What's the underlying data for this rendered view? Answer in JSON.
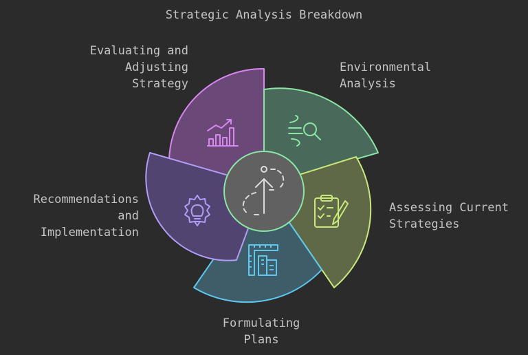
{
  "title": "Strategic Analysis Breakdown",
  "segments": [
    {
      "id": "environmental",
      "label_lines": [
        "Environmental",
        "Analysis"
      ],
      "icon": "wind-search-icon",
      "color": "#8ae6a4"
    },
    {
      "id": "assessing",
      "label_lines": [
        "Assessing Current",
        "Strategies"
      ],
      "icon": "clipboard-check-icon",
      "color": "#c9e97a"
    },
    {
      "id": "formulating",
      "label_lines": [
        "Formulating",
        "Plans"
      ],
      "icon": "blueprint-ruler-icon",
      "color": "#5cc8ef"
    },
    {
      "id": "recommendations",
      "label_lines": [
        "Recommendations",
        "and",
        "Implementation"
      ],
      "icon": "lightbulb-gear-icon",
      "color": "#b39cf5"
    },
    {
      "id": "evaluating",
      "label_lines": [
        "Evaluating and",
        "Adjusting",
        "Strategy"
      ],
      "icon": "growth-chart-icon",
      "color": "#d987f0"
    }
  ],
  "center_icon": "path-arrow-icon"
}
